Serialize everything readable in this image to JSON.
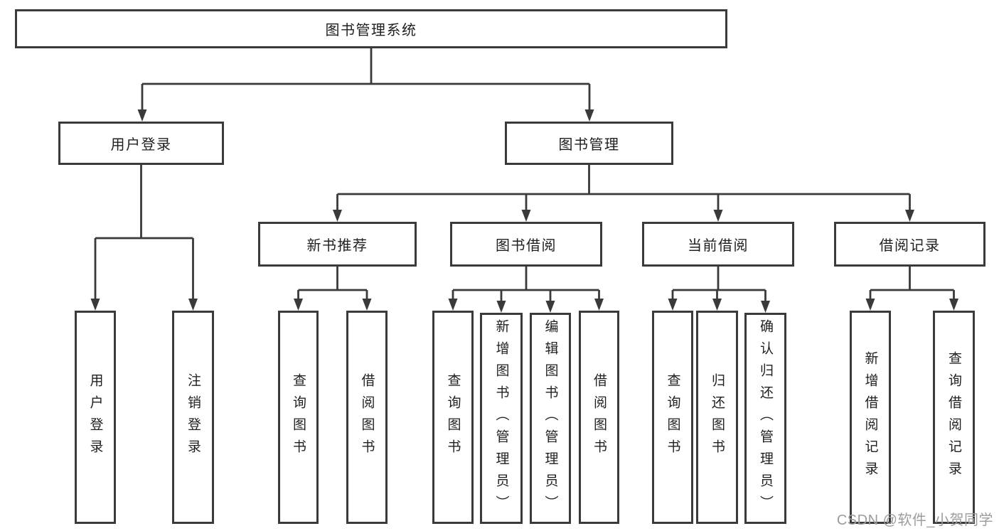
{
  "tree": {
    "root": {
      "label": "图书管理系统"
    },
    "children": [
      {
        "label": "用户登录",
        "children": [
          {
            "label": "用户登录"
          },
          {
            "label": "注销登录"
          }
        ]
      },
      {
        "label": "图书管理",
        "children": [
          {
            "label": "新书推荐",
            "children": [
              {
                "label": "查询图书"
              },
              {
                "label": "借阅图书"
              }
            ]
          },
          {
            "label": "图书借阅",
            "children": [
              {
                "label": "查询图书"
              },
              {
                "label": "新增图书（管理员）"
              },
              {
                "label": "编辑图书（管理员）"
              },
              {
                "label": "借阅图书"
              }
            ]
          },
          {
            "label": "当前借阅",
            "children": [
              {
                "label": "查询图书"
              },
              {
                "label": "归还图书"
              },
              {
                "label": "确认归还（管理员）"
              }
            ]
          },
          {
            "label": "借阅记录",
            "children": [
              {
                "label": "新增借阅记录"
              },
              {
                "label": "查询借阅记录"
              }
            ]
          }
        ]
      }
    ]
  },
  "watermark": {
    "text": "CSDN @软件_小贺同学"
  },
  "colors": {
    "line": "#3a3a3a",
    "text": "#1f1f1f",
    "watermark": "#9c9c9c",
    "background": "#ffffff"
  }
}
